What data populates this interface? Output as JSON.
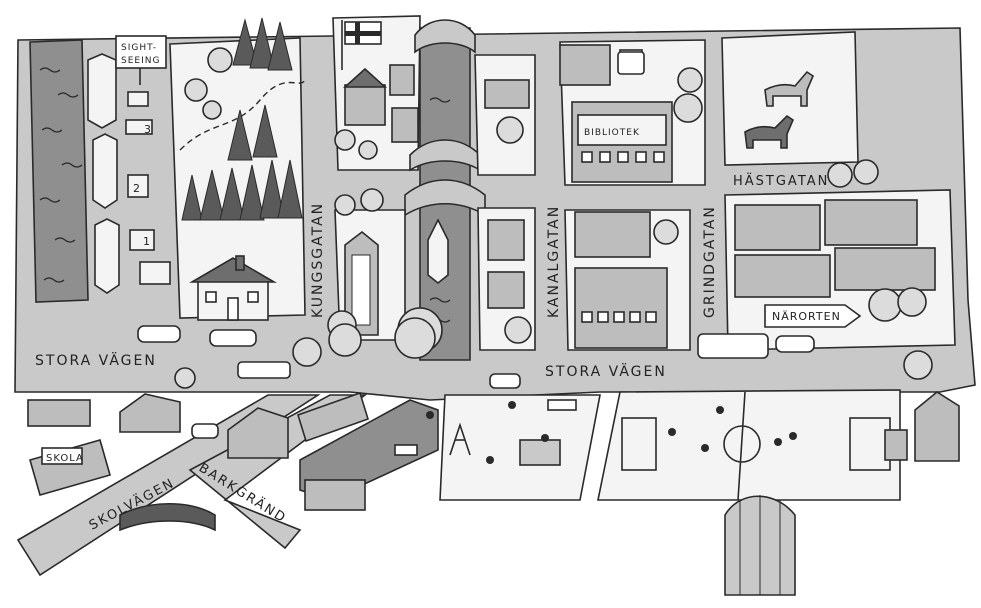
{
  "street_labels": {
    "stora_vagen_west": "STORA VÄGEN",
    "stora_vagen_east": "STORA VÄGEN",
    "kungsgatan": "KUNGSGATAN",
    "kanalgatan": "KANALGATAN",
    "grindgatan": "GRINDGATAN",
    "hastgatan": "HÄSTGATAN",
    "skolvagen": "SKOLVÄGEN",
    "barkgrand": "BARKGRÄND"
  },
  "building_labels": {
    "bibliotek": "BIBLIOTEK",
    "skola": "SKOLA"
  },
  "signs": {
    "sightseeing_line1": "SIGHT-",
    "sightseeing_line2": "SEEING",
    "narorten": "NÄRORTEN"
  },
  "dock_numbers": [
    "1",
    "2",
    "3"
  ],
  "colors": {
    "road": "#c9c9c9",
    "water": "#8f8f8f",
    "block": "#f4f4f4",
    "building": "#bdbdbd",
    "roof": "#6e6e6e",
    "tree": "#dcdcdc",
    "dark_tree": "#5a5a5a",
    "ink": "#2a2a2a"
  }
}
